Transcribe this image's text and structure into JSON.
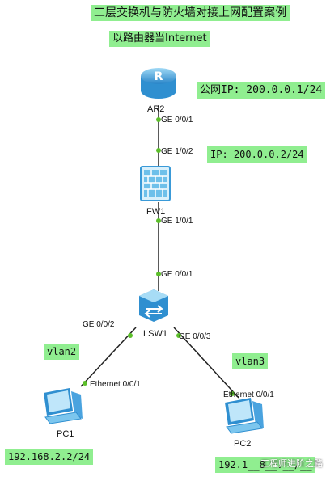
{
  "title": "二层交换机与防火墙对接上网配置案例",
  "subtitle": "以路由器当Internet",
  "labels": {
    "ar2_ip": "公网IP: 200.0.0.1/24",
    "fw_ip": "IP: 200.0.0.2/24",
    "vlan2": "vlan2",
    "vlan3": "vlan3",
    "pc1_ip": "192.168.2.2/24",
    "pc2_ip": "192.1__8__.__/__"
  },
  "devices": {
    "ar2": "AR2",
    "fw1": "FW1",
    "lsw1": "LSW1",
    "pc1": "PC1",
    "pc2": "PC2"
  },
  "ports": {
    "ar2_ge": "GE 0/0/1",
    "fw_ge_up": "GE 1/0/2",
    "fw_ge_down": "GE 1/0/1",
    "lsw_ge_up": "GE 0/0/1",
    "lsw_ge_left": "GE 0/0/2",
    "lsw_ge_right": "GE 0/0/3",
    "pc1_eth": "Ethernet 0/0/1",
    "pc2_eth": "Ethernet 0/0/1"
  },
  "watermark": "工程师进阶之路",
  "colors": {
    "label_bg": "#90ee90",
    "link": "#222222",
    "port_dot": "#5cbf2a",
    "device_blue": "#4aa3df"
  }
}
